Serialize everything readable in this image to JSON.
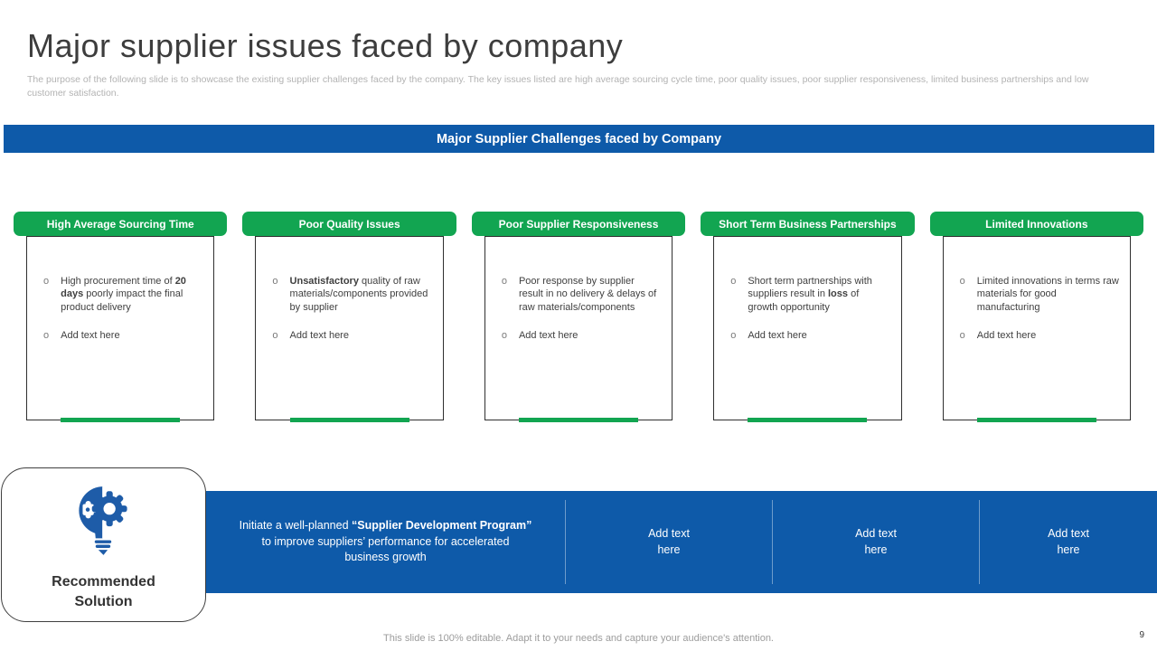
{
  "page": {
    "title": "Major supplier issues faced by company",
    "subtitle": "The purpose of the following slide is to showcase the existing supplier challenges faced by the company. The key issues listed are high average sourcing cycle time, poor quality issues, poor supplier responsiveness, limited business partnerships and low customer satisfaction.",
    "footer": "This slide is 100% editable. Adapt it to your needs and capture your audience's attention.",
    "page_number": "9"
  },
  "banner": {
    "text": "Major Supplier Challenges faced by Company"
  },
  "columns": [
    {
      "header": "High Average Sourcing Time",
      "bullets": [
        {
          "segments": [
            {
              "text": "High procurement time of "
            },
            {
              "text": "20 days",
              "bold": true
            },
            {
              "text": " poorly impact the final product delivery"
            }
          ]
        },
        {
          "segments": [
            {
              "text": "Add text here"
            }
          ]
        }
      ]
    },
    {
      "header": "Poor Quality Issues",
      "bullets": [
        {
          "segments": [
            {
              "text": "Unsatisfactory",
              "bold": true
            },
            {
              "text": " quality of raw materials/components provided by supplier"
            }
          ]
        },
        {
          "segments": [
            {
              "text": "Add text here"
            }
          ]
        }
      ]
    },
    {
      "header": "Poor Supplier Responsiveness",
      "bullets": [
        {
          "segments": [
            {
              "text": "Poor response by supplier result in no delivery & delays of raw materials/components"
            }
          ]
        },
        {
          "segments": [
            {
              "text": "Add text here"
            }
          ]
        }
      ]
    },
    {
      "header": "Short Term Business Partnerships",
      "bullets": [
        {
          "segments": [
            {
              "text": "Short term partnerships with suppliers result in "
            },
            {
              "text": "loss",
              "bold": true
            },
            {
              "text": " of growth opportunity"
            }
          ]
        },
        {
          "segments": [
            {
              "text": "Add text here"
            }
          ]
        }
      ]
    },
    {
      "header": "Limited Innovations",
      "bullets": [
        {
          "segments": [
            {
              "text": "Limited innovations in terms raw materials for good manufacturing"
            }
          ]
        },
        {
          "segments": [
            {
              "text": "Add text here"
            }
          ]
        }
      ]
    }
  ],
  "solution": {
    "label": "Recommended Solution",
    "icon": "lightbulb-puzzle-gear-icon",
    "bullet_marker": "o",
    "cells": [
      {
        "wide": true,
        "segments": [
          {
            "text": "Initiate a well-planned "
          },
          {
            "text": "“Supplier Development Program”",
            "bold": true
          },
          {
            "text": " to improve suppliers’ performance for accelerated business growth"
          }
        ]
      },
      {
        "segments": [
          {
            "text": "Add text here"
          }
        ]
      },
      {
        "segments": [
          {
            "text": "Add text here"
          }
        ]
      },
      {
        "segments": [
          {
            "text": "Add text here"
          }
        ]
      }
    ]
  },
  "colors": {
    "blue": "#0E5AA9",
    "green": "#12A551",
    "text_dark": "#3f3f3f",
    "text_gray": "#b3b3b3"
  }
}
